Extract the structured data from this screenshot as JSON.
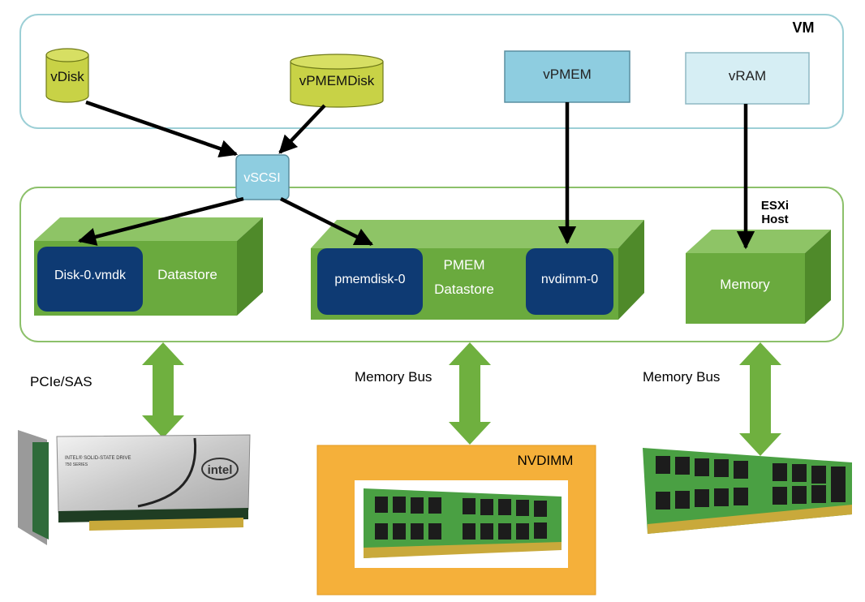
{
  "vm": {
    "label": "VM",
    "vdisk": "vDisk",
    "vpmemdisk": "vPMEMDisk",
    "vpmem": "vPMEM",
    "vram": "vRAM"
  },
  "vscsi": "vSCSI",
  "host": {
    "label_line1": "ESXi",
    "label_line2": "Host",
    "datastore": {
      "vmdk": "Disk-0.vmdk",
      "label": "Datastore"
    },
    "pmem_datastore": {
      "pmemdisk": "pmemdisk-0",
      "label_line1": "PMEM",
      "label_line2": "Datastore",
      "nvdimm": "nvdimm-0"
    },
    "memory": "Memory"
  },
  "connections": {
    "pcie_sas": "PCIe/SAS",
    "memory_bus_1": "Memory Bus",
    "memory_bus_2": "Memory Bus"
  },
  "hardware": {
    "ssd_brand": "intel",
    "ssd_line1": "INTEL® SOLID-STATE DRIVE",
    "ssd_line2": "750 SERIES",
    "nvdimm_label": "NVDIMM"
  },
  "colors": {
    "vm_border": "#9ccfd6",
    "host_border": "#8cc06a",
    "green_front": "#6aaa3e",
    "green_top": "#8ec466",
    "green_side": "#4f8a2a",
    "navy": "#0e3a73",
    "disk_yellow": "#c8d246",
    "vpmem_blue": "#8ecde0",
    "vram_blue": "#d6eef4",
    "nvdimm_orange": "#f5b03a",
    "arrow_green": "#6fb03f"
  }
}
